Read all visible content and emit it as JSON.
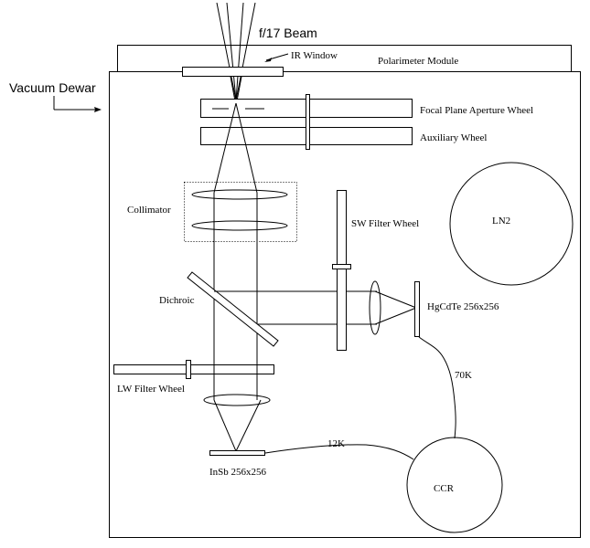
{
  "labels": {
    "beam": "f/17 Beam",
    "ir_window": "IR Window",
    "polarimeter": "Polarimeter Module",
    "vacuum_dewar": "Vacuum Dewar",
    "focal_plane_wheel": "Focal Plane Aperture Wheel",
    "auxiliary_wheel": "Auxiliary Wheel",
    "collimator": "Collimator",
    "sw_filter_wheel": "SW Filter Wheel",
    "ln2": "LN2",
    "dichroic": "Dichroic",
    "hgcdte": "HgCdTe 256x256",
    "k70": "70K",
    "lw_filter_wheel": "LW Filter Wheel",
    "k12": "12K",
    "insb": "InSb 256x256",
    "ccr": "CCR"
  }
}
